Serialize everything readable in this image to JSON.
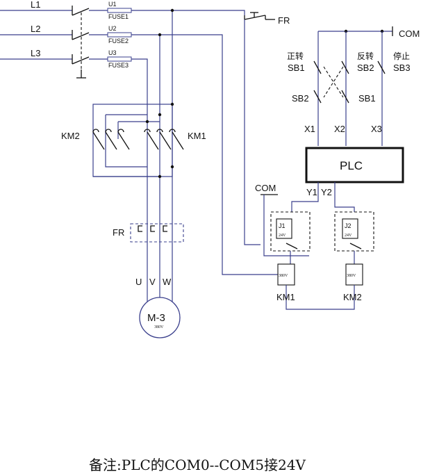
{
  "lines": [
    "L1",
    "L2",
    "L3"
  ],
  "fuses": [
    {
      "id": "U1",
      "name": "FUSE1"
    },
    {
      "id": "U2",
      "name": "FUSE2"
    },
    {
      "id": "U3",
      "name": "FUSE3"
    }
  ],
  "fr_top": "FR",
  "fr_main": "FR",
  "contactors": {
    "left": "KM2",
    "right": "KM1"
  },
  "motor": {
    "label": "M-3",
    "voltage": "380V",
    "phases": [
      "U",
      "V",
      "W"
    ]
  },
  "control": {
    "com_top": "COM",
    "buttons": [
      {
        "cn": "正转",
        "id": "SB1"
      },
      {
        "cn": "反转",
        "id": "SB2"
      },
      {
        "cn": "停止",
        "id": "SB3"
      }
    ],
    "interlock_left": "SB2",
    "interlock_right": "SB1",
    "inputs": [
      "X1",
      "X2",
      "X3"
    ],
    "plc": "PLC",
    "outputs": [
      "Y1",
      "Y2"
    ],
    "com_bottom": "COM",
    "relays": [
      {
        "id": "J1",
        "volt": "24V"
      },
      {
        "id": "J2",
        "volt": "24V"
      }
    ],
    "coils": [
      {
        "volt": "380V",
        "label": "KM1"
      },
      {
        "volt": "380V",
        "label": "KM2"
      }
    ]
  },
  "note": "备注:PLC的COM0--COM5接24V"
}
